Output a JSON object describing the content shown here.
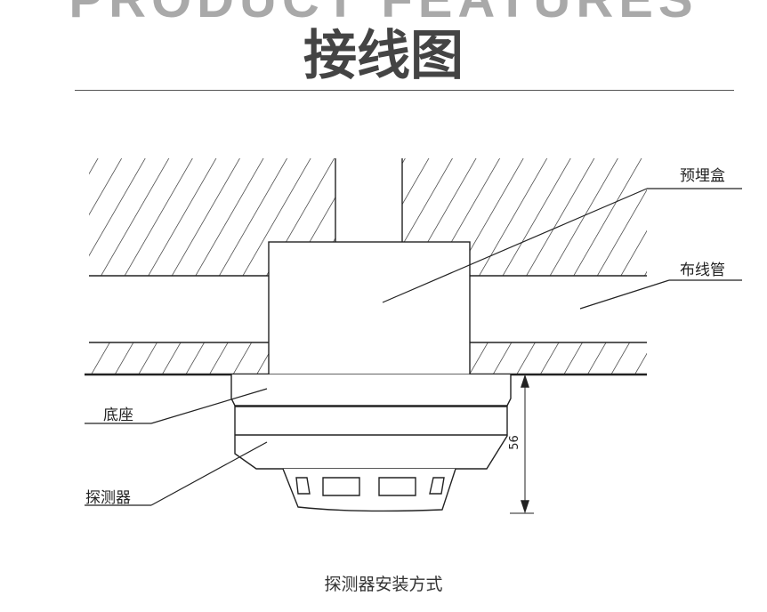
{
  "header": {
    "ghost_text": "PRODUCT FEATURES",
    "title": "接线图"
  },
  "diagram": {
    "labels": {
      "embedded_box": "预埋盒",
      "conduit": "布线管",
      "base": "底座",
      "detector": "探测器"
    },
    "dimension": "56"
  },
  "caption": "探测器安装方式"
}
